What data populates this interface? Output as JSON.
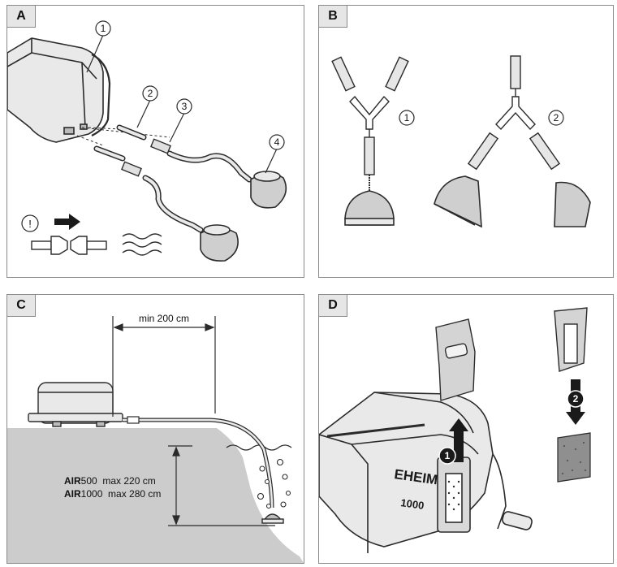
{
  "panels": {
    "a": {
      "tag": "A",
      "callouts": [
        "1",
        "2",
        "3",
        "4"
      ],
      "warning_symbol": "!"
    },
    "b": {
      "tag": "B",
      "callouts": [
        "1",
        "2"
      ]
    },
    "c": {
      "tag": "C",
      "distance_label": "min 200 cm",
      "specs": [
        {
          "model_bold": "AIR",
          "model_rest": "500",
          "value": "max 220 cm"
        },
        {
          "model_bold": "AIR",
          "model_rest": "1000",
          "value": "max 280 cm"
        }
      ]
    },
    "d": {
      "tag": "D",
      "steps": [
        "1",
        "2"
      ],
      "brand_text": "EHEIM",
      "model_text": "1000"
    }
  },
  "colors": {
    "line": "#2b2b2b",
    "pump_fill": "#e9e9e9",
    "stone_fill": "#cfcfcf",
    "water": "#cccccc",
    "step_badge": "#1a1a1a"
  },
  "icons": [
    "air-pump-icon",
    "air-hose-icon",
    "check-valve-icon",
    "air-stone-icon",
    "airflow-arrow-icon",
    "bubbles-icon",
    "y-connector-icon",
    "filter-pad-icon"
  ]
}
